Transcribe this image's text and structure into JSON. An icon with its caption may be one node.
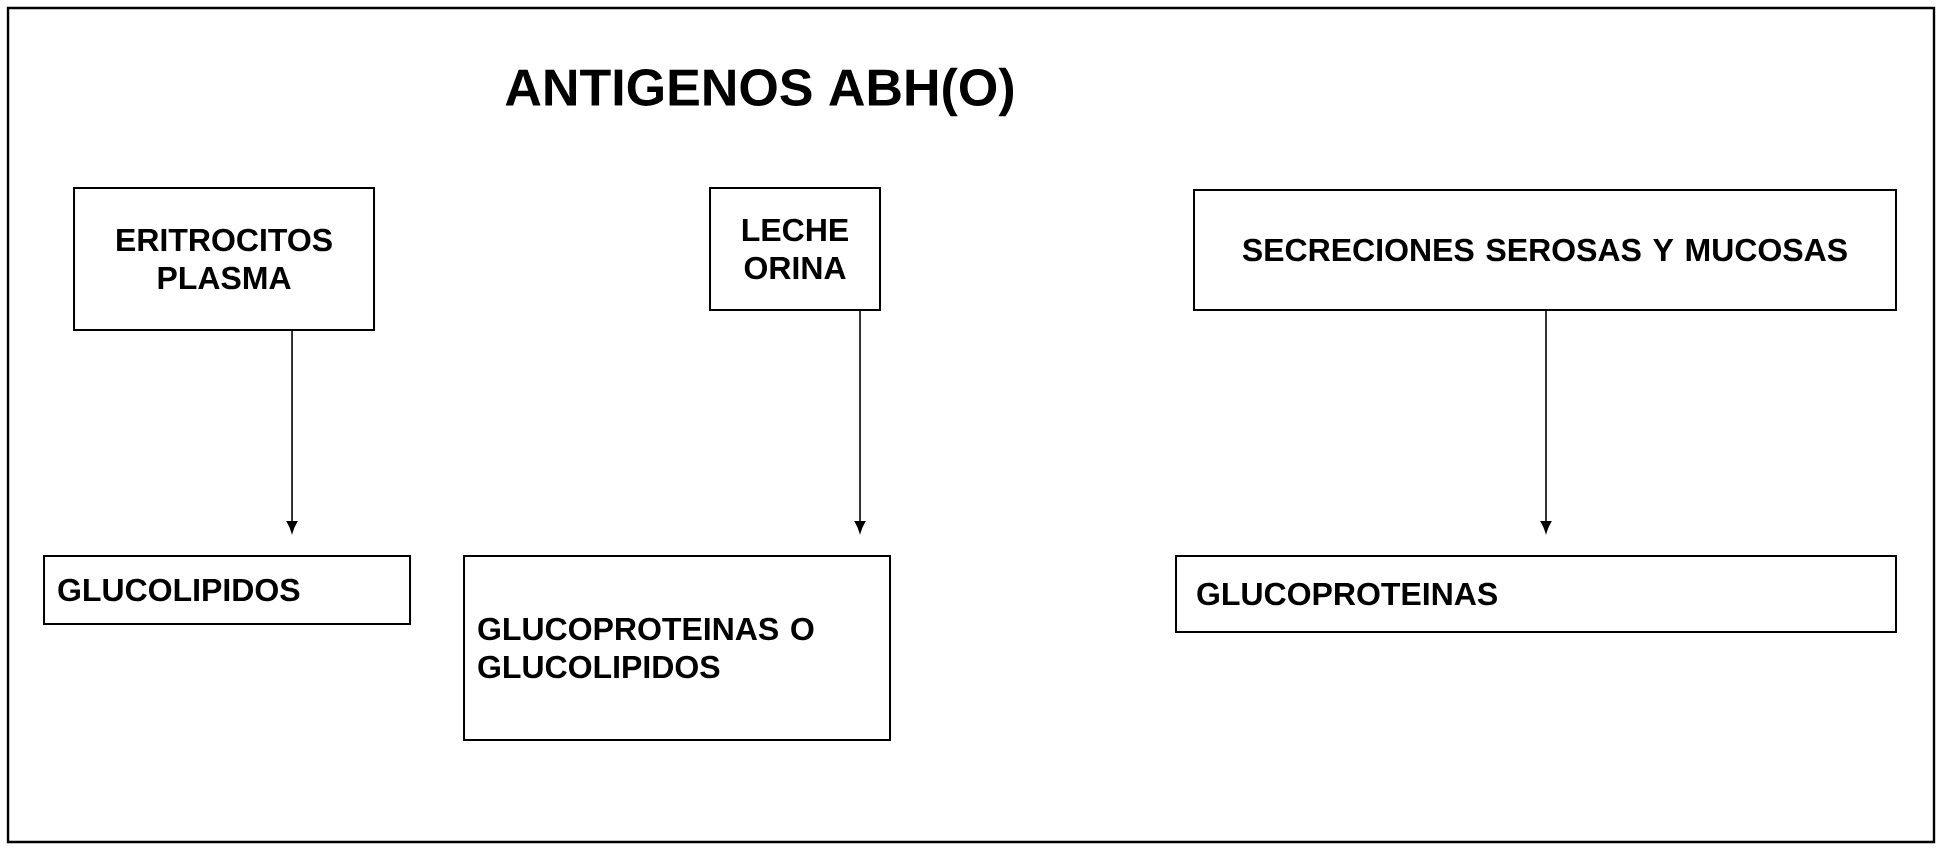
{
  "diagram": {
    "title": "ANTIGENOS ABH(O)",
    "nodes": [
      {
        "text": [
          "ERITROCITOS PLASMA"
        ]
      },
      {
        "text": [
          "LECHE ORINA"
        ]
      },
      {
        "text": [
          "SECRECIONES SEROSAS Y MUCOSAS"
        ]
      },
      {
        "text": [
          "GLUCOLIPIDOS"
        ]
      },
      {
        "text": [
          "GLUCOPROTEINAS O GLUCOLIPIDOS"
        ]
      },
      {
        "text": [
          "GLUCOPROTEINAS"
        ]
      }
    ],
    "edges": [
      {
        "from": 0,
        "to": 3,
        "arrow": "to"
      },
      {
        "from": 1,
        "to": 4,
        "arrow": "to"
      },
      {
        "from": 2,
        "to": 5,
        "arrow": "to"
      }
    ]
  }
}
